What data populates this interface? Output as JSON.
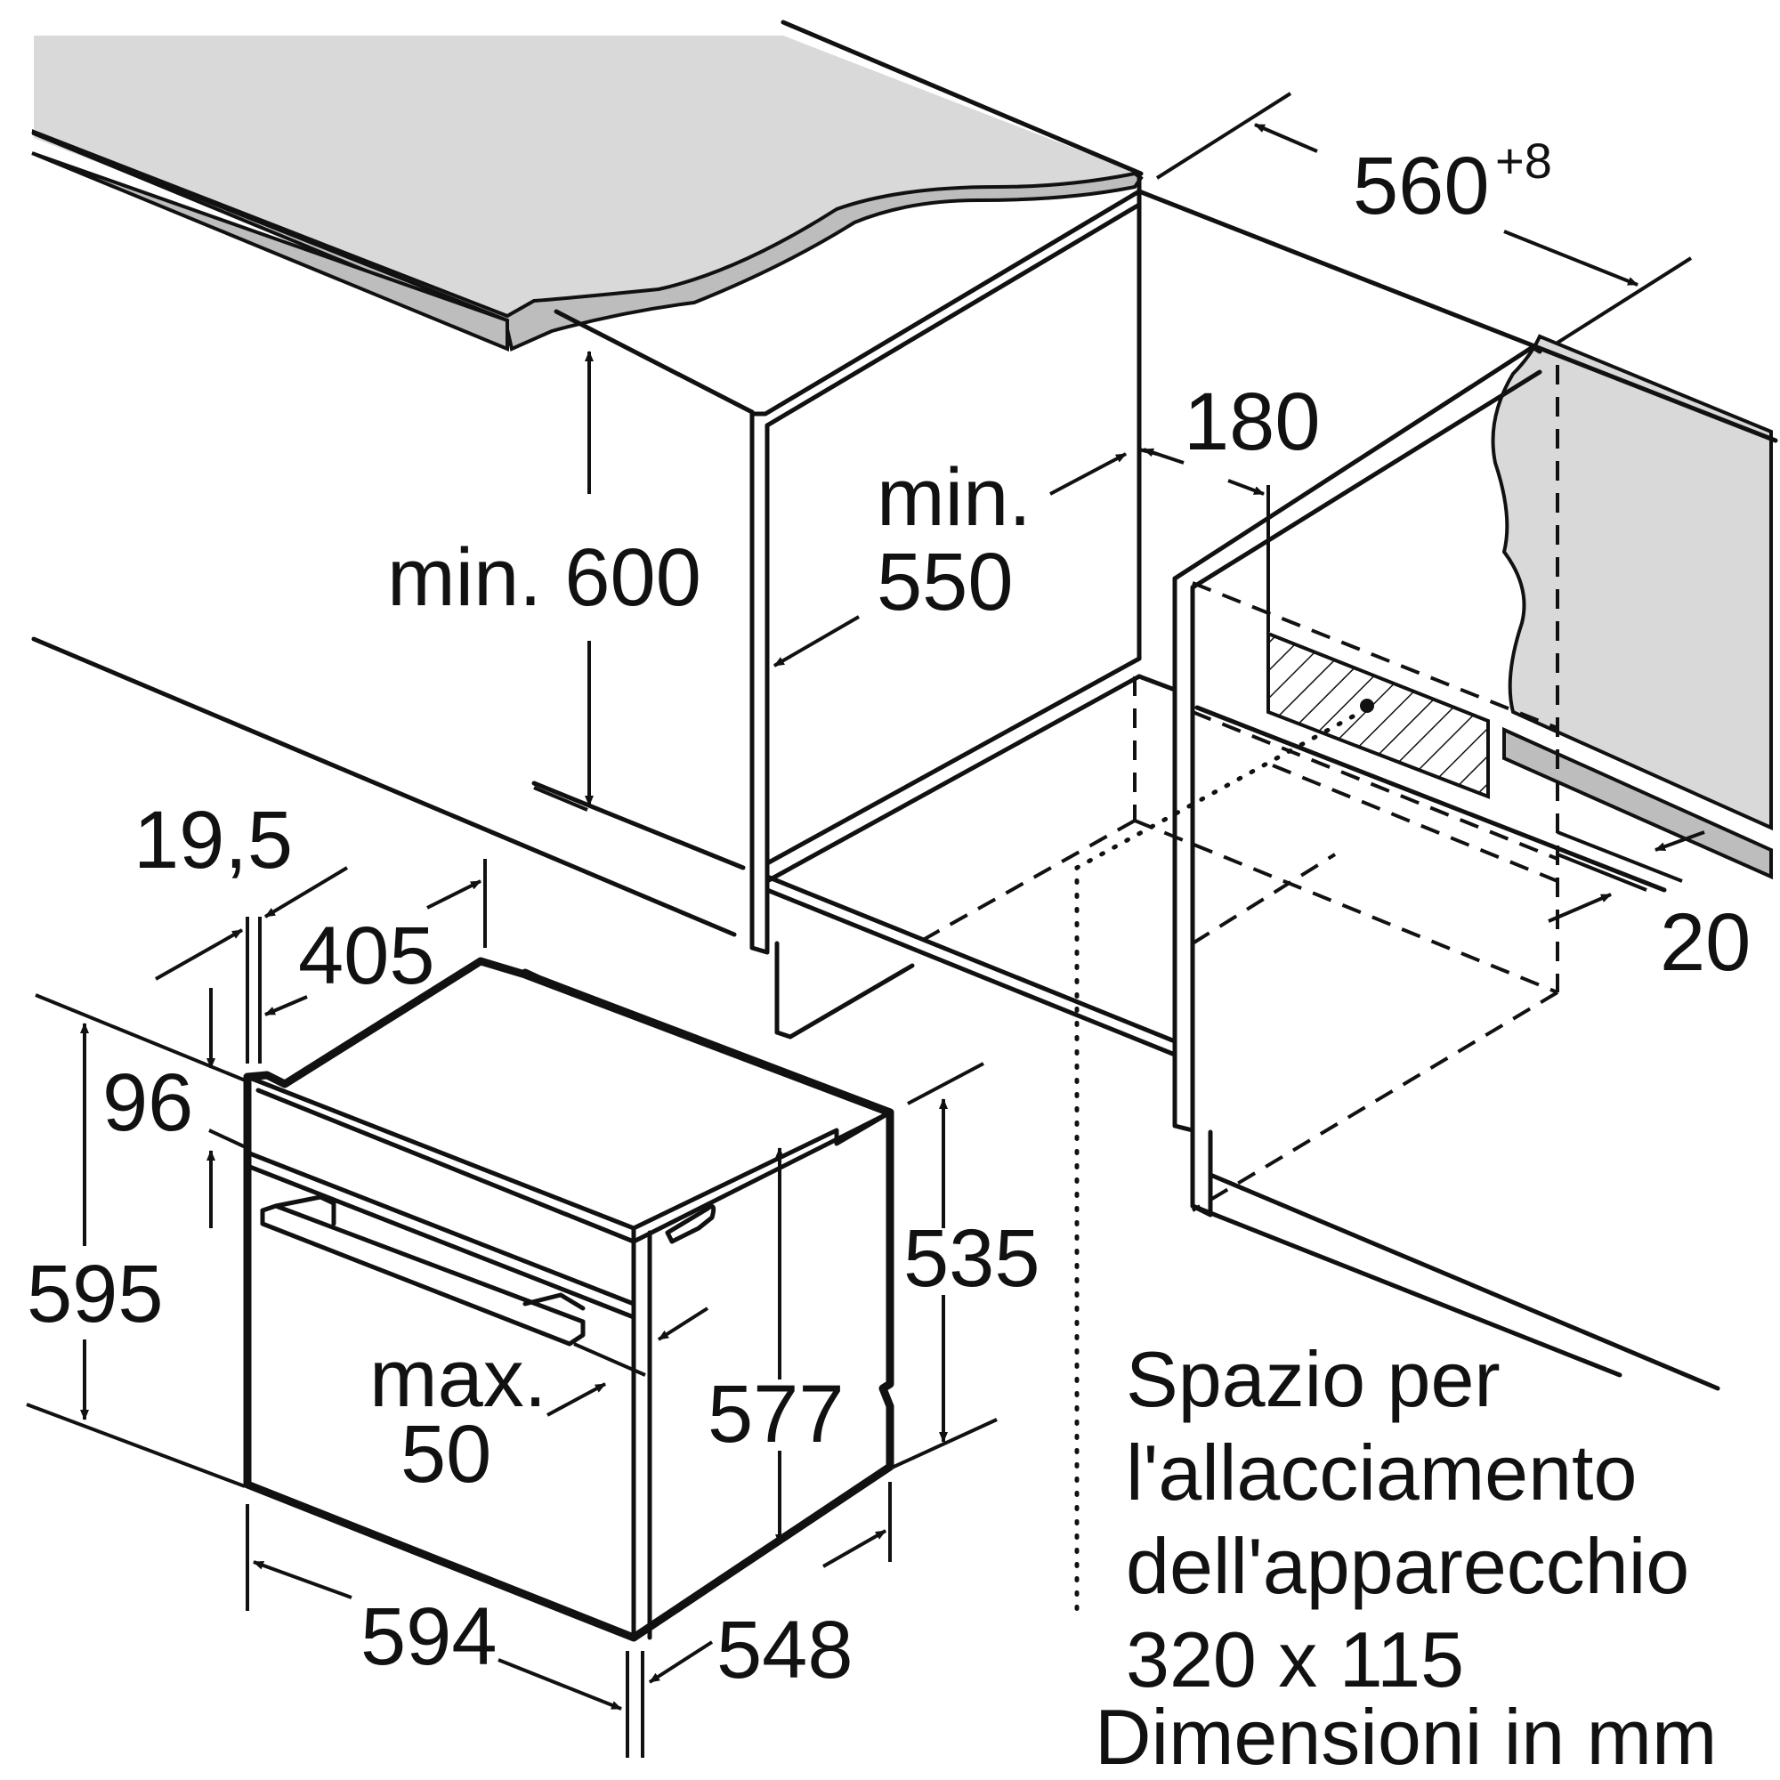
{
  "diagram": {
    "labels": {
      "width_niche": "560",
      "width_niche_tol": "+8",
      "min_height": "min. 600",
      "min_depth_line1": "min.",
      "min_depth_line2": "550",
      "back_gap": "180",
      "rear_offset": "20",
      "front_frame": "19,5",
      "top_depth": "405",
      "panel_height": "96",
      "total_height": "595",
      "body_height": "535",
      "inner_height": "577",
      "handle_line1": "max.",
      "handle_line2": "50",
      "width": "594",
      "depth": "548"
    },
    "note": {
      "line1": "Spazio per",
      "line2": "l'allacciamento",
      "line3": "dell'apparecchio",
      "line4": "320 x 115",
      "units": "Dimensioni in mm"
    },
    "colors": {
      "worktop": "#d9d9d9",
      "worktop_edge": "#bdbdbd",
      "line": "#111111"
    }
  }
}
